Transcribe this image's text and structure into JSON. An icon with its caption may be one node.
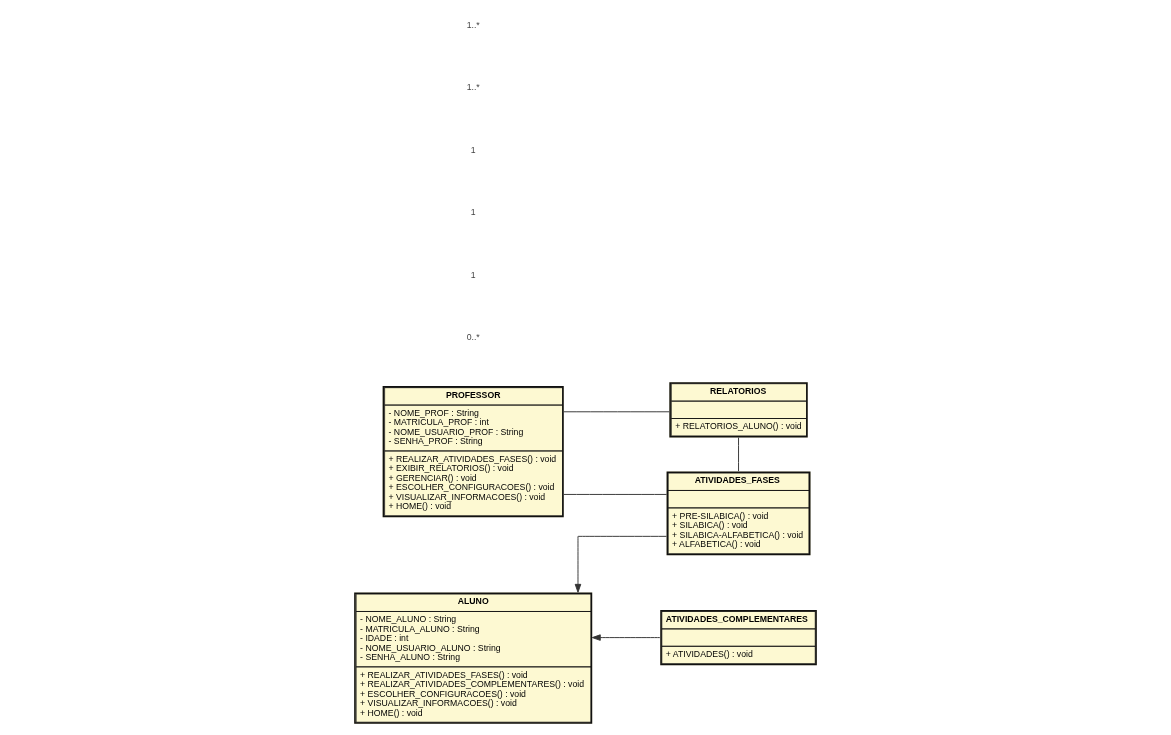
{
  "diagram": {
    "nodes": [
      {
        "text": [
          "PROFESSOR",
          "- NOME_PROF : String",
          "- MATRICULA_PROF : int",
          "- NOME_USUARIO_PROF : String",
          "- SENHA_PROF : String",
          "+ REALIZAR_ATIVIDADES_FASES() : void",
          "+ EXIBIR_RELATORIOS() : void",
          "+ GERENCIAR() : void",
          "+ ESCOLHER_CONFIGURACOES() : void",
          "+ VISUALIZAR_INFORMACOES() : void",
          "+ HOME() : void"
        ]
      },
      {
        "text": [
          "ALUNO",
          "- NOME_ALUNO : String",
          "- MATRICULA_ALUNO : String",
          "- IDADE : int",
          "- NOME_USUARIO_ALUNO : String",
          "- SENHA_ALUNO : String",
          "+ REALIZAR_ATIVIDADES_FASES() : void",
          "+ REALIZAR_ATIVIDADES_COMPLEMENTARES() : void",
          "+ ESCOLHER_CONFIGURACOES() : void",
          "+ VISUALIZAR_INFORMACOES() : void",
          "+ HOME() : void"
        ]
      },
      {
        "text": [
          "RELATORIOS",
          "+ RELATORIOS_ALUNO() : void"
        ]
      },
      {
        "text": [
          "ATIVIDADES_COMPLEMENTARES",
          "+ ATIVIDADES() : void"
        ]
      },
      {
        "text": [
          "ATIVIDADES_FASES",
          "+ PRE-SILABICA() : void",
          "+ SILABICA() : void",
          "+ SILABICA-ALFABETICA() : void",
          "+ ALFABETICA() : void"
        ]
      }
    ],
    "edges": [
      {
        "from": 0,
        "to": 2,
        "arrow": "none"
      },
      {
        "from": 0,
        "to": 4,
        "arrow": "none"
      },
      {
        "from": 3,
        "to": 1,
        "arrow": "to"
      },
      {
        "from": 4,
        "to": 1,
        "arrow": "to"
      },
      {
        "from": 2,
        "to": 4,
        "arrow": "none"
      }
    ],
    "labels": [
      "0..*",
      "1",
      "1",
      "1",
      "1..*",
      "1..*"
    ]
  }
}
